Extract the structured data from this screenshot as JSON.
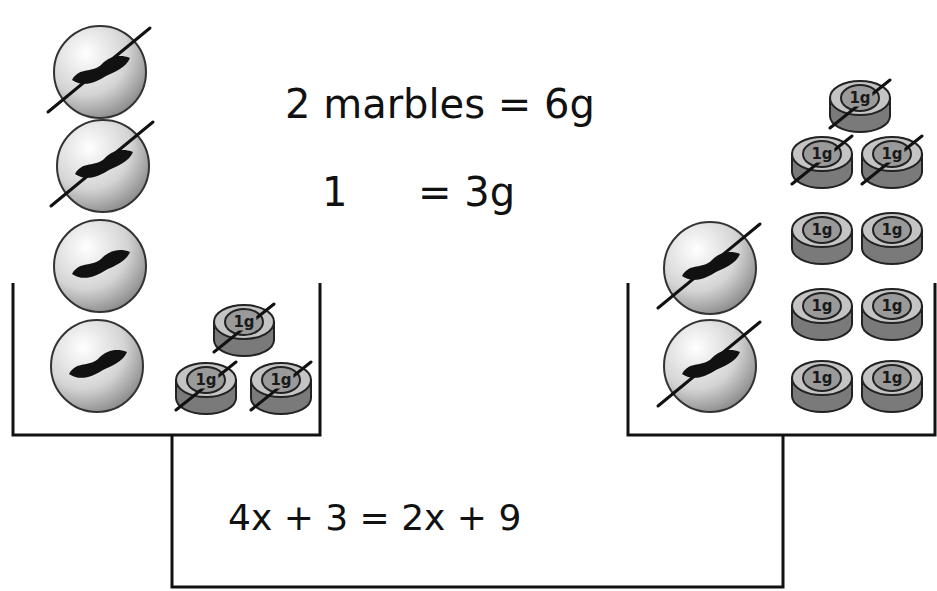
{
  "diagram": {
    "nodes": [
      {
        "text": [
          "1g"
        ]
      },
      {
        "text": [
          "1g"
        ]
      },
      {
        "text": [
          "1g"
        ]
      },
      {
        "text": [
          "1g"
        ]
      },
      {
        "text": [
          "1g"
        ]
      },
      {
        "text": [
          "1g"
        ]
      },
      {
        "text": [
          "1g"
        ]
      },
      {
        "text": [
          "1g"
        ]
      },
      {
        "text": [
          "1g"
        ]
      },
      {
        "text": [
          "1g"
        ]
      },
      {
        "text": [
          "1g"
        ]
      },
      {
        "text": [
          "1g"
        ]
      }
    ],
    "labels": [
      "2 marbles = 6g",
      "1",
      "= 3g",
      "4x + 3 = 2x + 9"
    ]
  }
}
